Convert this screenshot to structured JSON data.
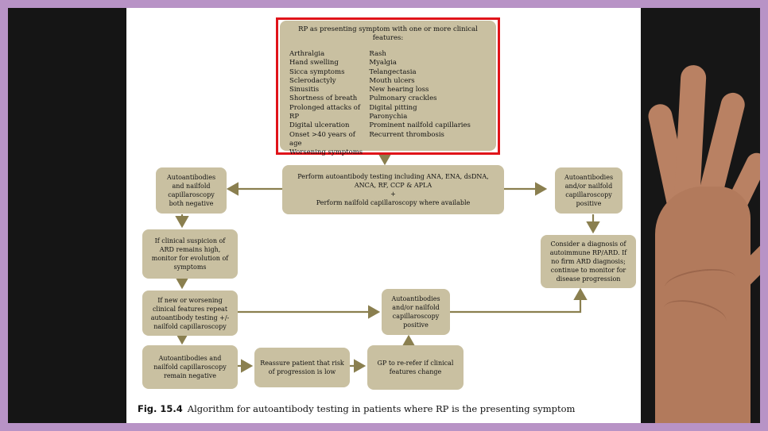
{
  "diagram": {
    "top_box": {
      "title": "RP as presenting symptom with one or more clinical features:",
      "features_left": [
        "Arthralgia",
        "Hand swelling",
        "Sicca symptoms",
        "Sclerodactyly",
        "Sinusitis",
        "Shortness of breath",
        "Prolonged attacks of RP",
        "Digital ulceration",
        "Onset >40 years of age",
        "Worsening symptoms"
      ],
      "features_right": [
        "Rash",
        "Myalgia",
        "Telangectasia",
        "Mouth ulcers",
        "New hearing loss",
        "Pulmonary crackles",
        "Digital pitting",
        "Paronychia",
        "Prominent nailfold capillaries",
        "Recurrent thrombosis"
      ]
    },
    "testing_box": [
      "Perform autoantibody testing including ANA, ENA, dsDNA,",
      "ANCA, RF, CCP  & APLA",
      "+",
      "Perform nailfold capillaroscopy where available"
    ],
    "left_negative": [
      "Autoantibodies",
      "and nailfold",
      "capillaroscopy",
      "both negative"
    ],
    "right_positive": [
      "Autoantibodies",
      "and/or nailfold",
      "capillaroscopy",
      "positive"
    ],
    "suspicion_box": [
      "If clinical suspicion of",
      "ARD remains high,",
      "monitor for evolution of",
      "symptoms"
    ],
    "consider_box": [
      "Consider a diagnosis of",
      "autoimmune RP/ARD. If",
      "no firm ARD diagnosis;",
      "continue to monitor for",
      "disease progression"
    ],
    "repeat_box": [
      "If new or worsening",
      "clinical features repeat",
      "autoantibody testing +/-",
      "nailfold capillaroscopy"
    ],
    "middle_positive": [
      "Autoantibodies",
      "and/or nailfold",
      "capillaroscopy",
      "positive"
    ],
    "remain_negative": [
      "Autoantibodies and",
      "nailfold capillaroscopy",
      "remain negative"
    ],
    "reassure_box": [
      "Reassure patient that risk",
      "of progression is low"
    ],
    "gp_box": [
      "GP to re-refer if clinical",
      "features change"
    ]
  },
  "caption": {
    "label": "Fig. 15.4",
    "text": "Algorithm for autoantibody testing in patients where RP is the presenting symptom"
  },
  "colors": {
    "box_fill": "#c9c0a1",
    "arrow": "#8a7f4f",
    "highlight": "#e0141a",
    "frame": "#b893c6"
  }
}
